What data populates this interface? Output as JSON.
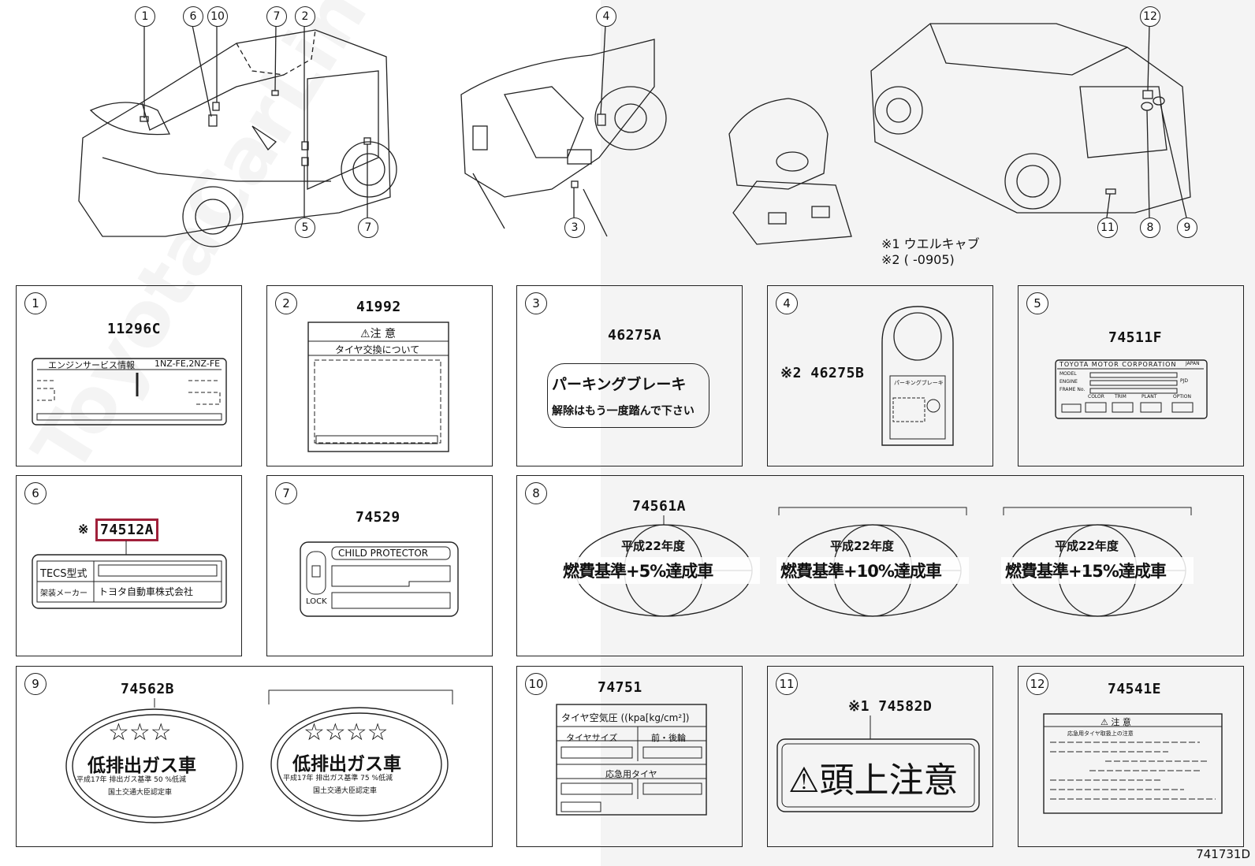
{
  "diagram_code": "741731D",
  "notes": {
    "note1": "※1 ウエルキャブ",
    "note2": "※2 (      -0905)"
  },
  "callouts": [
    "1",
    "6",
    "10",
    "7",
    "2",
    "5",
    "7",
    "4",
    "3",
    "12",
    "11",
    "8",
    "9"
  ],
  "panels": [
    {
      "no": "1",
      "part": "11296C",
      "text": [
        "エンジンサービス情報",
        "1NZ-FE,2NZ-FE"
      ]
    },
    {
      "no": "2",
      "part": "41992",
      "text": [
        "注 意",
        "タイヤ交換について"
      ]
    },
    {
      "no": "3",
      "part": "46275A",
      "text": [
        "パーキングブレーキ",
        "解除はもう一度踏んで下さい"
      ]
    },
    {
      "no": "4",
      "part": "※2 46275B",
      "text": [
        "パーキングブレーキ"
      ]
    },
    {
      "no": "5",
      "part": "74511F",
      "text": [
        "TOYOTA MOTOR CORPORATION",
        "JAPAN",
        "MODEL",
        "ENGINE",
        "FRAME No.",
        "COLOR",
        "TRIM",
        "PLANT",
        "OPTION",
        "PJD"
      ]
    },
    {
      "no": "6",
      "part": "74512A",
      "mark": "※",
      "text": [
        "TECS型式",
        "架装メーカー",
        "トヨタ自動車株式会社"
      ]
    },
    {
      "no": "7",
      "part": "74529",
      "text": [
        "CHILD PROTECTOR",
        "LOCK"
      ]
    },
    {
      "no": "8",
      "part": "74561A",
      "text": [
        "平成22年度",
        "燃費基準+5%達成車",
        "平成22年度",
        "燃費基準+10%達成車",
        "平成22年度",
        "燃費基準+15%達成車"
      ]
    },
    {
      "no": "9",
      "part": "74562B",
      "text": [
        "☆☆☆",
        "低排出ガス車",
        "平成17年 排出ガス基準 50 %低減",
        "国土交通大臣認定車",
        "☆☆☆☆",
        "低排出ガス車",
        "平成17年 排出ガス基準 75 %低減",
        "国土交通大臣認定車"
      ]
    },
    {
      "no": "10",
      "part": "74751",
      "text": [
        "タイヤ空気圧 ((kpa[kg/cm²])",
        "タイヤサイズ",
        "前・後輪",
        "応急用タイヤ"
      ]
    },
    {
      "no": "11",
      "part": "※1 74582D",
      "text": [
        "⚠頭上注意"
      ]
    },
    {
      "no": "12",
      "part": "74541E",
      "text": [
        "注 意",
        "応急用タイヤ取扱上の注意"
      ]
    }
  ]
}
